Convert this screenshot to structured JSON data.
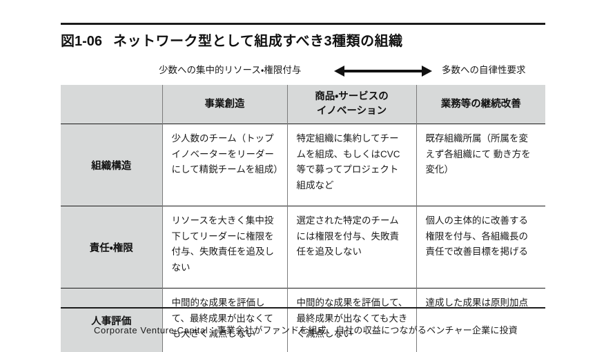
{
  "figure": {
    "number": "図1-06",
    "title": "ネットワーク型として組成すべき3種類の組織"
  },
  "axis": {
    "left_label": "少数への集中的リソース・権限付与",
    "right_label": "多数への自律性要求",
    "arrow_icon": "double-headed-arrow-icon"
  },
  "table": {
    "corner_label": "",
    "columns": [
      "事業創造",
      "商品・サービスの\nイノベーション",
      "業務等の継続改善"
    ],
    "rows": [
      {
        "header": "組織構造",
        "cells": [
          "少人数のチーム（トップイノベーターをリーダー にして精鋭チームを組成）",
          "特定組織に集約してチームを組成、もしくはCVC 等で募ってプロジェクト組成など",
          "既存組織所属（所属を変えず各組織にて 動き方を変化）"
        ]
      },
      {
        "header": "責任・権限",
        "cells": [
          "リソースを大きく集中投下してリーダーに権限を付与、失敗責任を追及しない",
          "選定された特定のチームには権限を付与、失敗責任を追及しない",
          "個人の主体的に改善する 権限を付与、各組織長の 責任で改善目標を掲げる"
        ]
      },
      {
        "header": "人事評価",
        "cells": [
          "中間的な成果を評価して、最終成果が出なくても大きく減点しない",
          "中間的な成果を評価して、最終成果が出なくても大きく減点しない",
          "達成した成果は原則加点"
        ]
      }
    ]
  },
  "footnote": {
    "term": "Corporate Venture Capital",
    "separator": "：",
    "description": "事業会社がファンドを組成、自社の収益につながるベンチャー企業に投資"
  },
  "colors": {
    "rule": "#1a1a1a",
    "header_fill": "#d7d9d9",
    "cell_border": "#7a7a7a",
    "text": "#1a1a1a"
  }
}
